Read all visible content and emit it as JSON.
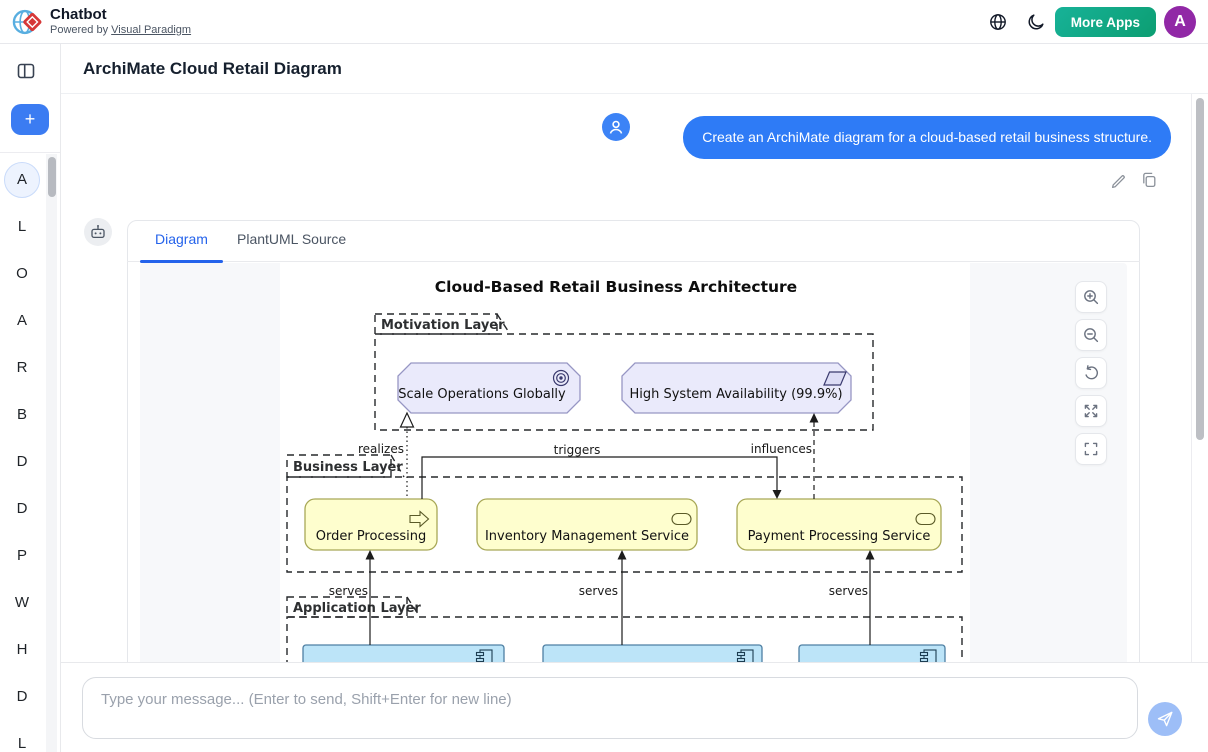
{
  "header": {
    "app_title": "Chatbot",
    "powered_by_prefix": "Powered by",
    "powered_by_link": "Visual Paradigm",
    "more_apps_label": "More Apps",
    "avatar_letter": "A",
    "colors": {
      "more_apps_green": "#0f9e78",
      "avatar_purple": "#9128a6"
    }
  },
  "page_header": {
    "title": "ArchiMate Cloud Retail Diagram"
  },
  "sidebar": {
    "new_chat_label": "+",
    "items": [
      "A",
      "L",
      "O",
      "A",
      "R",
      "B",
      "D",
      "D",
      "P",
      "W",
      "H",
      "D",
      "L"
    ],
    "selected_index": 0
  },
  "chat": {
    "user_message": "Create an ArchiMate diagram for a cloud-based retail business structure.",
    "bubble_color": "#2e7bf6",
    "tabs": [
      {
        "label": "Diagram"
      },
      {
        "label": "PlantUML Source"
      }
    ],
    "active_tab": "Diagram"
  },
  "diagram": {
    "title": "Cloud-Based Retail Business Architecture",
    "motivation": {
      "label": "Motivation Layer",
      "goal": "Scale Operations Globally",
      "outcome": "High System Availability (99.9%)"
    },
    "business": {
      "label": "Business Layer",
      "process": "Order Processing",
      "service1": "Inventory Management Service",
      "service2": "Payment Processing Service"
    },
    "application": {
      "label": "Application Layer"
    },
    "edges": {
      "realizes": "realizes",
      "triggers": "triggers",
      "influences": "influences",
      "serves": "serves"
    },
    "colors": {
      "motivation_fill": "#eaeafb",
      "motivation_stroke": "#9796c4",
      "business_fill": "#fefece",
      "business_stroke": "#a8a857",
      "application_fill": "#bce4f8",
      "application_stroke": "#4e7fa3"
    }
  },
  "composer": {
    "placeholder": "Type your message... (Enter to send, Shift+Enter for new line)"
  }
}
